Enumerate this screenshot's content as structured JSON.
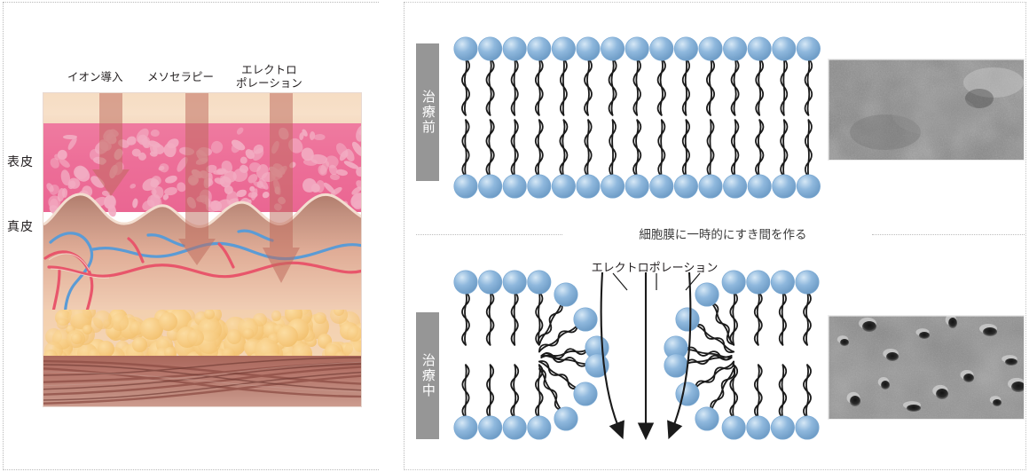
{
  "figure": {
    "left_panel": {
      "treatment_labels": [
        {
          "id": "iontophoresis",
          "text": "イオン導入",
          "depth": "epidermis"
        },
        {
          "id": "mesotherapy",
          "text": "メソセラピー",
          "depth": "upper-dermis"
        },
        {
          "id": "electroporation",
          "text": "エレクトロ\nポレーション",
          "line1": "エレクトロ",
          "line2": "ポレーション",
          "depth": "mid-dermis"
        }
      ],
      "skin_layer_labels": [
        {
          "id": "epidermis",
          "text": "表皮"
        },
        {
          "id": "dermis",
          "text": "真皮"
        }
      ],
      "layers": [
        {
          "name": "stratum-corneum",
          "color": "#f6ddc3"
        },
        {
          "name": "epidermis",
          "color": "#ed6e98"
        },
        {
          "name": "dermis",
          "color": "#d5a18e"
        },
        {
          "name": "subcutaneous-fat",
          "color": "#f3c67e"
        },
        {
          "name": "muscle",
          "color": "#b5756a"
        }
      ],
      "arrow_color": "rgba(190,106,92,0.52)"
    },
    "right_panel": {
      "stage_labels": [
        {
          "id": "before-treatment",
          "text": "治療前"
        },
        {
          "id": "during-treatment",
          "text": "治療中"
        }
      ],
      "mid_caption": "細胞膜に一時的にすき間を作る",
      "electroporation_caption": "エレクトロポレーション",
      "membrane": {
        "head_color_light": "#d6e8f6",
        "head_color_mid": "#8fb8dd",
        "head_color_edge": "#6e9cc6",
        "tail_color": "#1a1a1a",
        "heads_per_row_intact": 15,
        "heads_left_block": 4,
        "heads_right_block": 4,
        "pore_arrows": 3
      },
      "micrographs": [
        {
          "id": "before",
          "description": "smooth membrane surface",
          "pores": 0
        },
        {
          "id": "after",
          "description": "membrane surface with pores",
          "pores": 14
        }
      ]
    }
  }
}
